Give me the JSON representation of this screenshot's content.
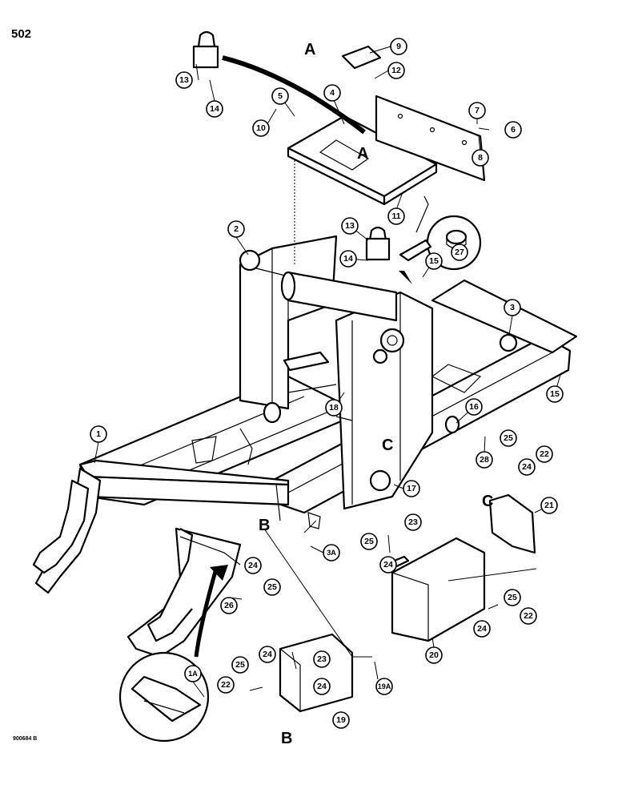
{
  "page": {
    "number": "502",
    "figure_code": "900684 B"
  },
  "view_letters": [
    "A",
    "A",
    "B",
    "B",
    "C",
    "C"
  ],
  "callouts": [
    "1",
    "1A",
    "2",
    "3",
    "3A",
    "4",
    "5",
    "6",
    "7",
    "8",
    "9",
    "10",
    "11",
    "12",
    "13",
    "13",
    "14",
    "14",
    "15",
    "15",
    "16",
    "17",
    "18",
    "19",
    "19A",
    "20",
    "21",
    "22",
    "22",
    "22",
    "23",
    "23",
    "24",
    "24",
    "24",
    "24",
    "24",
    "24",
    "25",
    "25",
    "25",
    "25",
    "25",
    "26",
    "27",
    "28"
  ]
}
